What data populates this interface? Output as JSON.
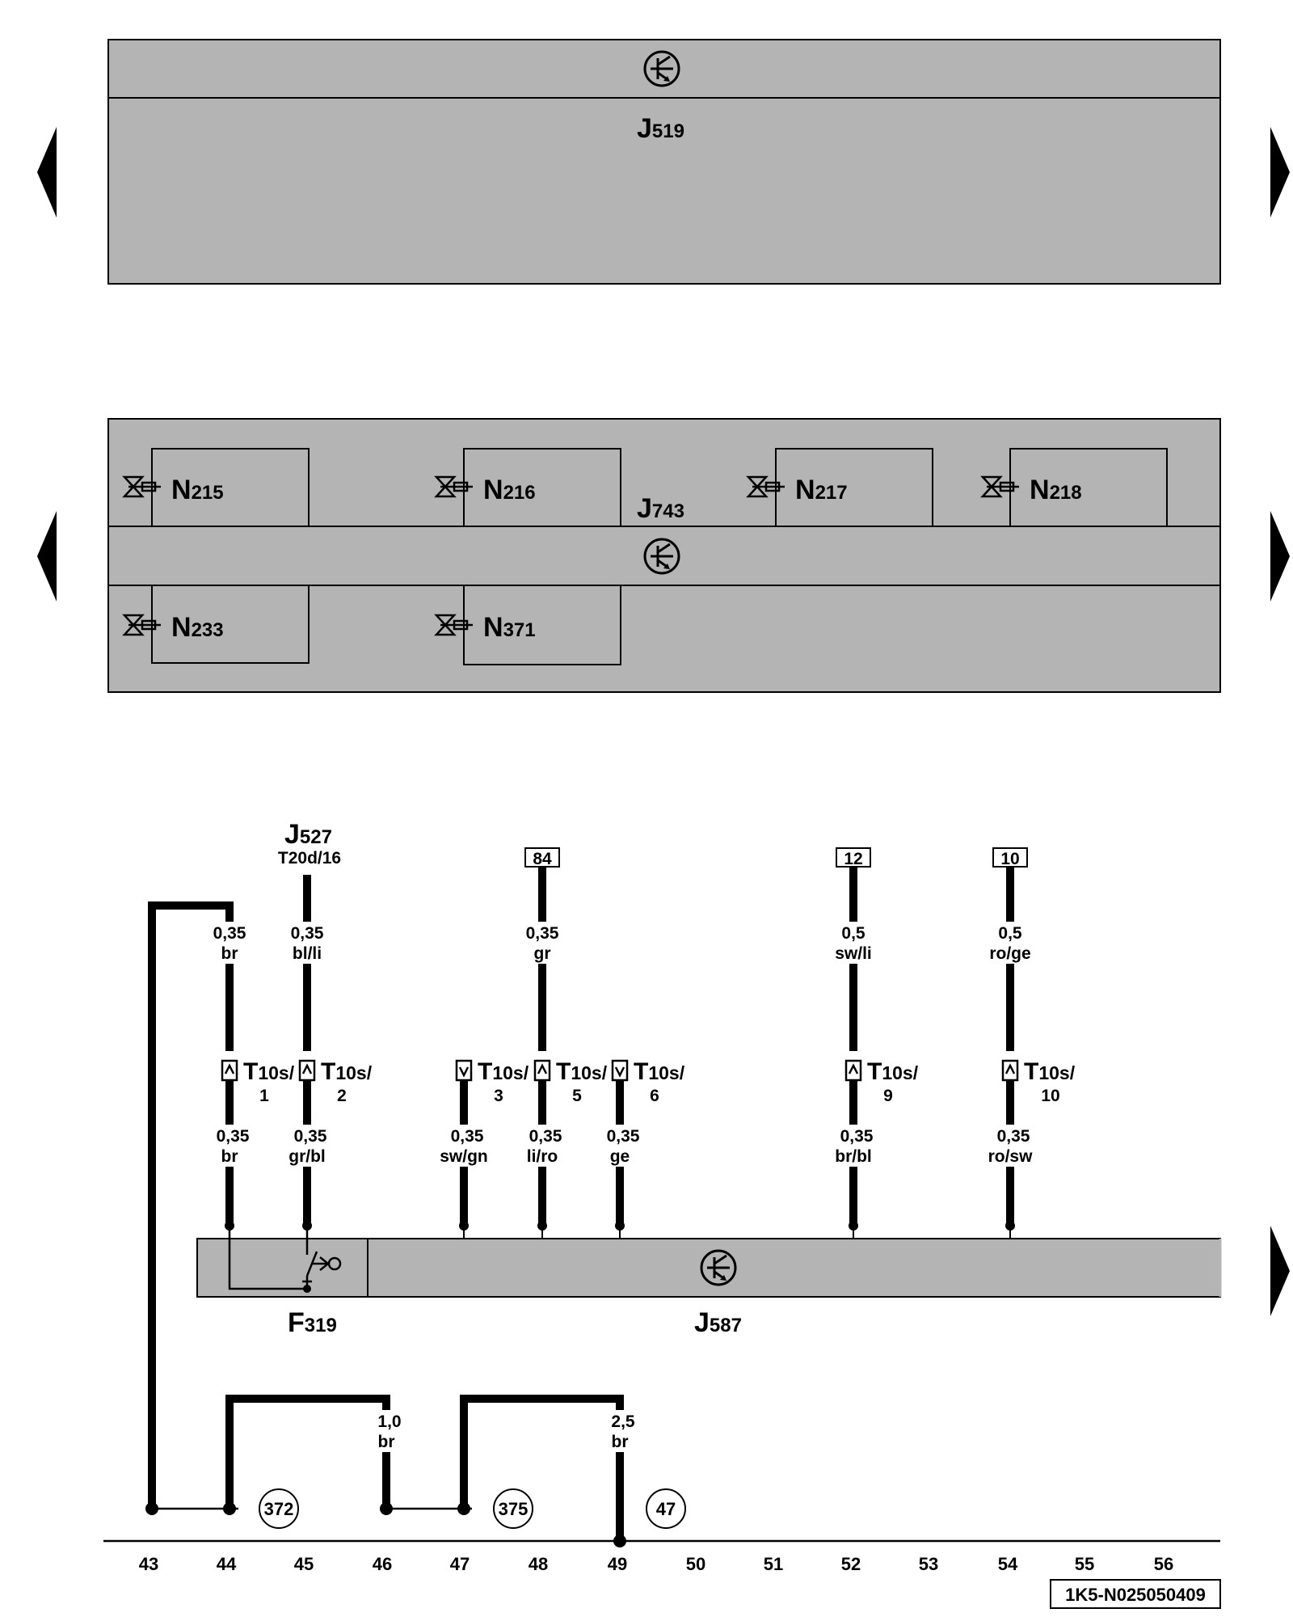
{
  "components": {
    "j519": {
      "letter": "J",
      "sub": "519"
    },
    "j743": {
      "letter": "J",
      "sub": "743"
    },
    "j587": {
      "letter": "J",
      "sub": "587"
    },
    "f319": {
      "letter": "F",
      "sub": "319"
    },
    "j527": {
      "letter": "J",
      "sub": "527",
      "pin": "T20d/16"
    },
    "valves": [
      {
        "letter": "N",
        "sub": "215"
      },
      {
        "letter": "N",
        "sub": "216"
      },
      {
        "letter": "N",
        "sub": "217"
      },
      {
        "letter": "N",
        "sub": "218"
      },
      {
        "letter": "N",
        "sub": "233"
      },
      {
        "letter": "N",
        "sub": "371"
      }
    ]
  },
  "refs": [
    "84",
    "12",
    "10"
  ],
  "upper_wires": [
    {
      "size": "0,35",
      "color": "br"
    },
    {
      "size": "0,35",
      "color": "bl/li"
    },
    {
      "size": "0,35",
      "color": "gr"
    },
    {
      "size": "0,5",
      "color": "sw/li"
    },
    {
      "size": "0,5",
      "color": "ro/ge"
    }
  ],
  "connectors": [
    {
      "main": "T",
      "sub": "10s/",
      "pin": "1"
    },
    {
      "main": "T",
      "sub": "10s/",
      "pin": "2"
    },
    {
      "main": "T",
      "sub": "10s/",
      "pin": "3"
    },
    {
      "main": "T",
      "sub": "10s/",
      "pin": "5"
    },
    {
      "main": "T",
      "sub": "10s/",
      "pin": "6"
    },
    {
      "main": "T",
      "sub": "10s/",
      "pin": "9"
    },
    {
      "main": "T",
      "sub": "10s/",
      "pin": "10"
    }
  ],
  "lower_wires": [
    {
      "size": "0,35",
      "color": "br"
    },
    {
      "size": "0,35",
      "color": "gr/bl"
    },
    {
      "size": "0,35",
      "color": "sw/gn"
    },
    {
      "size": "0,35",
      "color": "li/ro"
    },
    {
      "size": "0,35",
      "color": "ge"
    },
    {
      "size": "0,35",
      "color": "br/bl"
    },
    {
      "size": "0,35",
      "color": "ro/sw"
    }
  ],
  "ground_wires": [
    {
      "size": "1,0",
      "color": "br"
    },
    {
      "size": "2,5",
      "color": "br"
    }
  ],
  "ground_points": [
    "372",
    "375",
    "47"
  ],
  "track_numbers": [
    "43",
    "44",
    "45",
    "46",
    "47",
    "48",
    "49",
    "50",
    "51",
    "52",
    "53",
    "54",
    "55",
    "56"
  ],
  "doc_id": "1K5-N025050409"
}
